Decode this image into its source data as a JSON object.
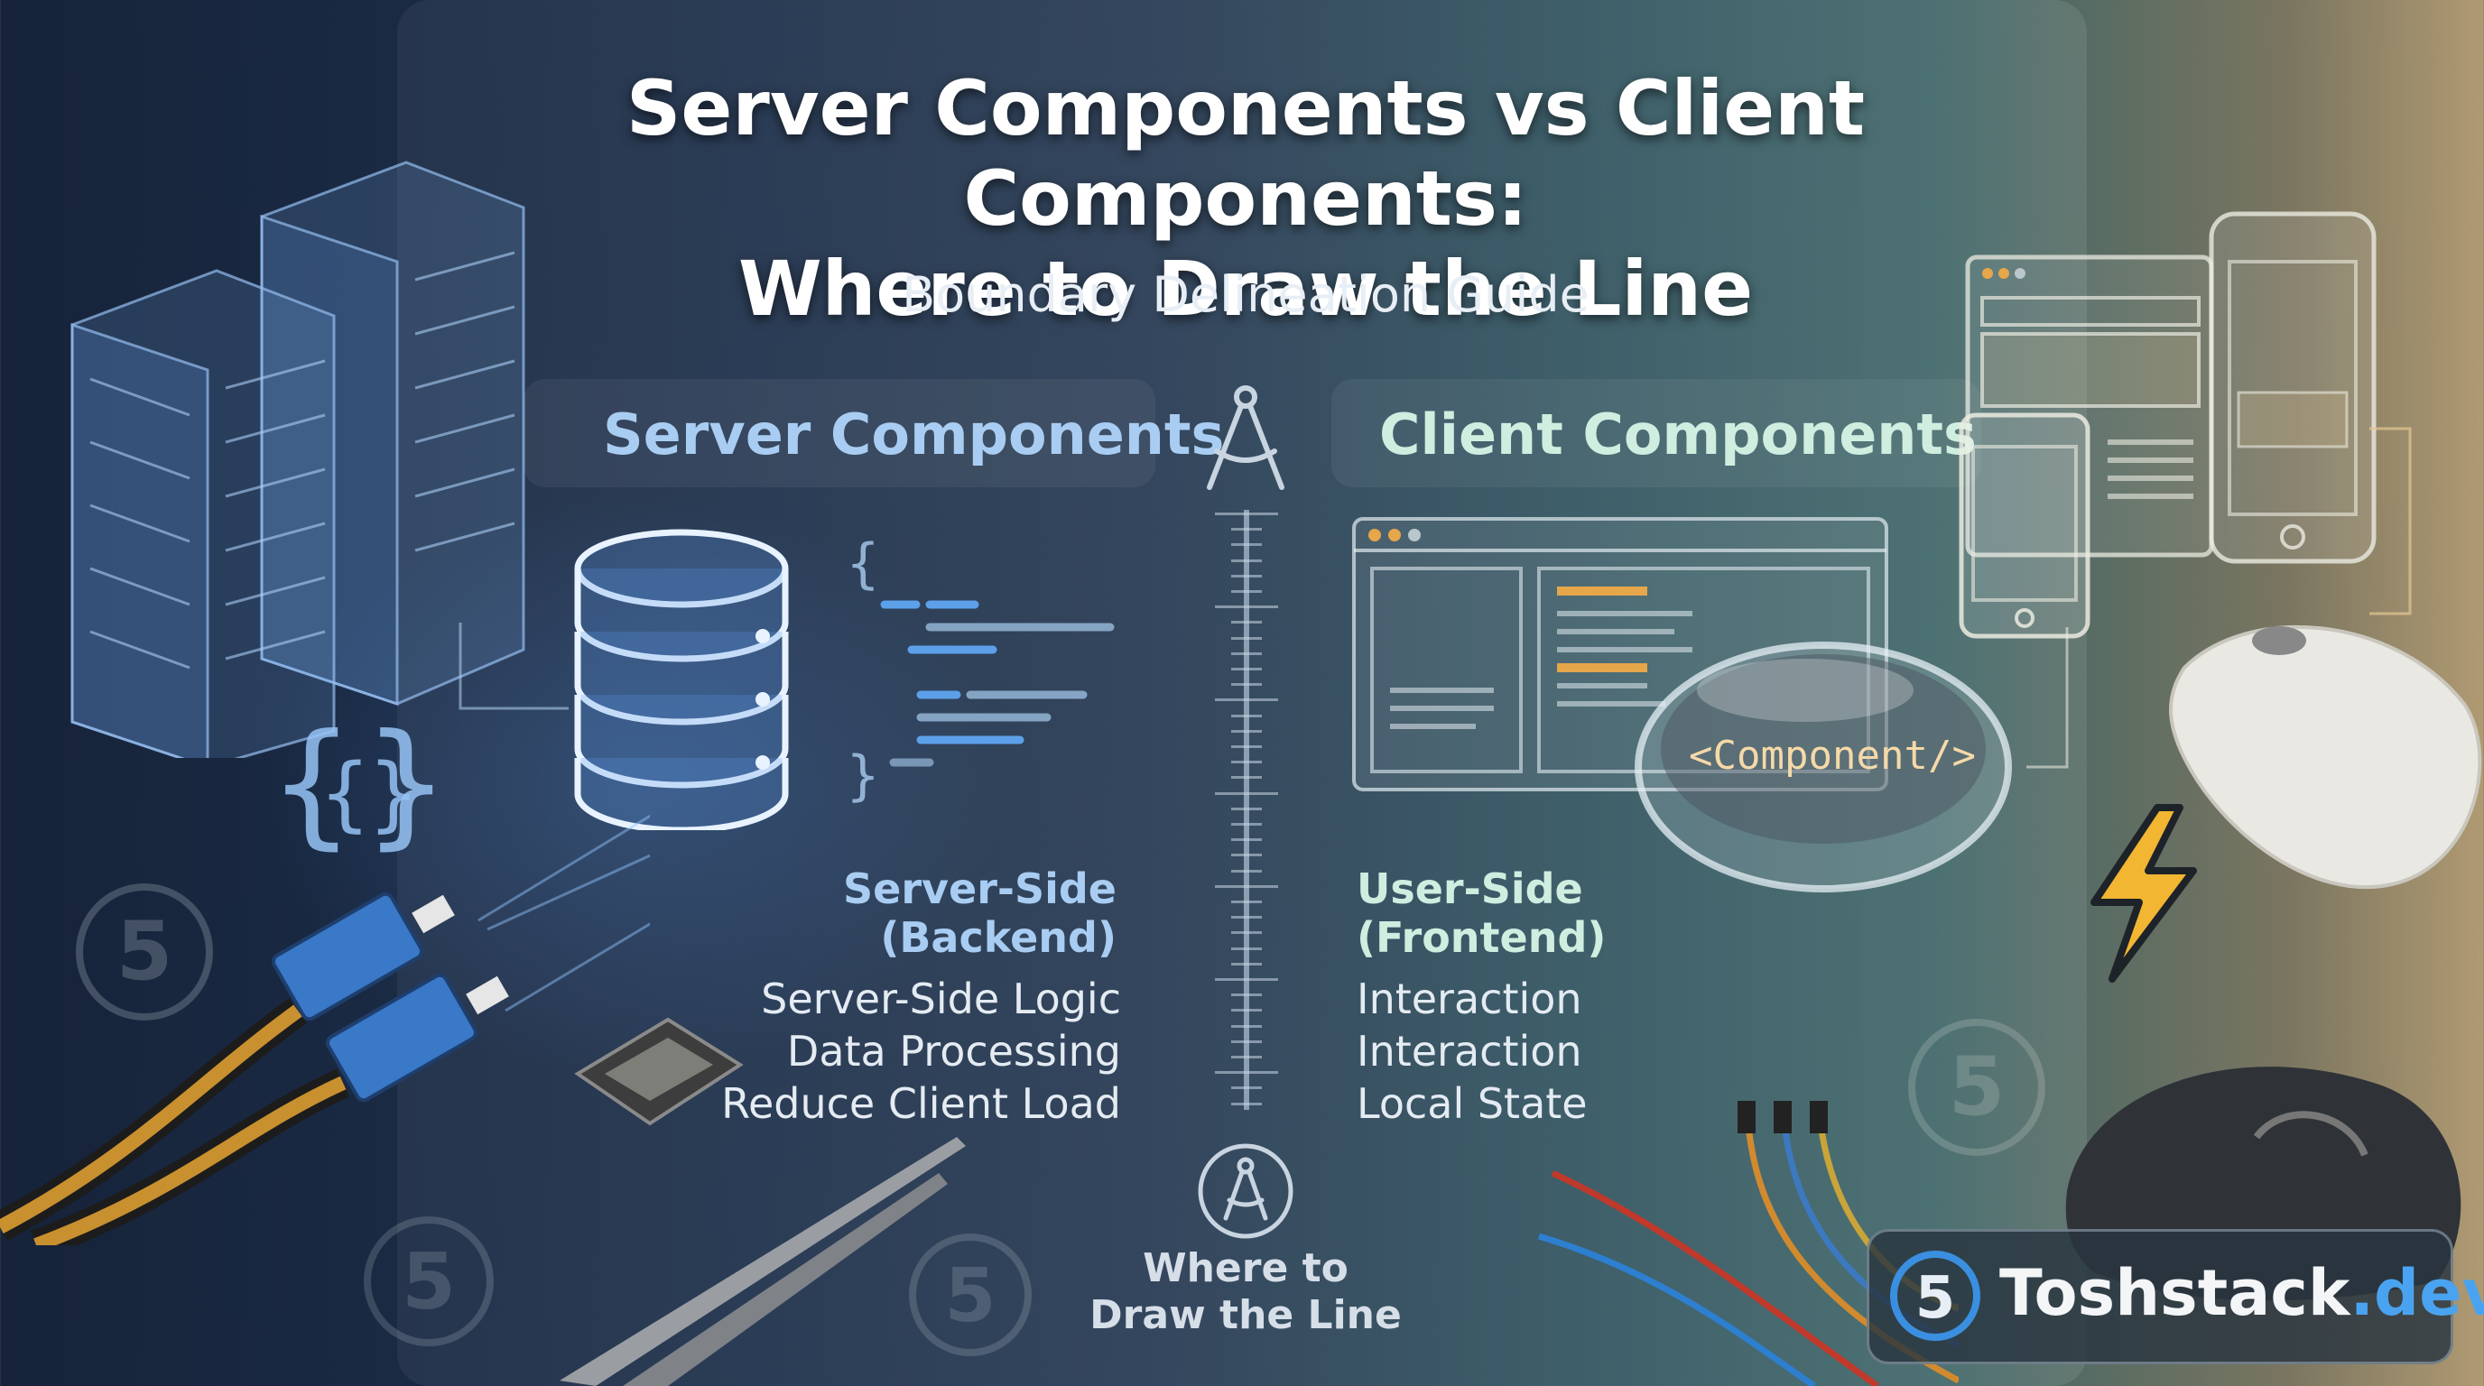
{
  "header": {
    "title_line1": "Server Components vs Client Components:",
    "title_line2": "Where to Draw the Line",
    "subtitle": "Boundary Delineation Guide"
  },
  "server": {
    "heading": "Server Components",
    "side_title_line1": "Server-Side",
    "side_title_line2": "(Backend)",
    "features": [
      "Server-Side Logic",
      "Data Processing",
      "Reduce Client Load"
    ]
  },
  "client": {
    "heading": "Client Components",
    "side_title_line1": "User-Side",
    "side_title_line2": "(Frontend)",
    "features": [
      "Interaction",
      "Interaction",
      "Local State"
    ],
    "component_tag": "<Component/>"
  },
  "divider": {
    "caption_line1": "Where to",
    "caption_line2": "Draw the Line"
  },
  "brand": {
    "name": "Toshstack",
    "tld": ".dev"
  },
  "colors": {
    "server_accent": "#a9cdf2",
    "client_accent": "#cfeee0",
    "brand_accent": "#4aa3f0",
    "bolt": "#f2b632"
  },
  "icons": [
    "server-rack-icon",
    "database-icon",
    "code-braces-icon",
    "fiber-cable-icon",
    "chip-icon",
    "tweezers-icon",
    "compass-icon",
    "browser-window-icon",
    "magnifier-icon",
    "phone-icon",
    "tablet-icon",
    "mouse-icon",
    "lightning-icon",
    "wires-icon",
    "logo-icon"
  ]
}
